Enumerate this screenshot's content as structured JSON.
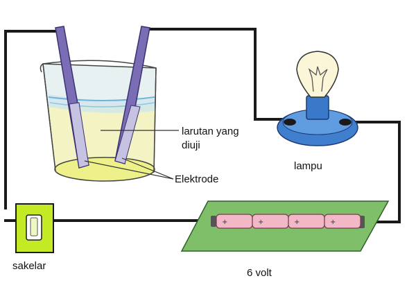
{
  "labels": {
    "solution_line1": "larutan yang",
    "solution_line2": "diuji",
    "electrode": "Elektrode",
    "lamp": "lampu",
    "switch": "sakelar",
    "battery": "6 volt"
  },
  "battery": {
    "cell_count": 4,
    "cell_sign": "+"
  },
  "colors": {
    "wire": "#1a1a1a",
    "electrode": "#7a6db5",
    "solution": "#f3f3c4",
    "beaker_glass": "#e8f1f2",
    "lamp_base": "#3f7fcd",
    "bulb_glass": "#fbf6d8",
    "battery_board": "#7fbf6a",
    "battery_cell": "#f2b8c8",
    "switch_body": "#c3ea24"
  },
  "icons": {
    "lamp": "light-bulb-icon",
    "switch": "toggle-switch-icon",
    "battery": "battery-icon"
  }
}
